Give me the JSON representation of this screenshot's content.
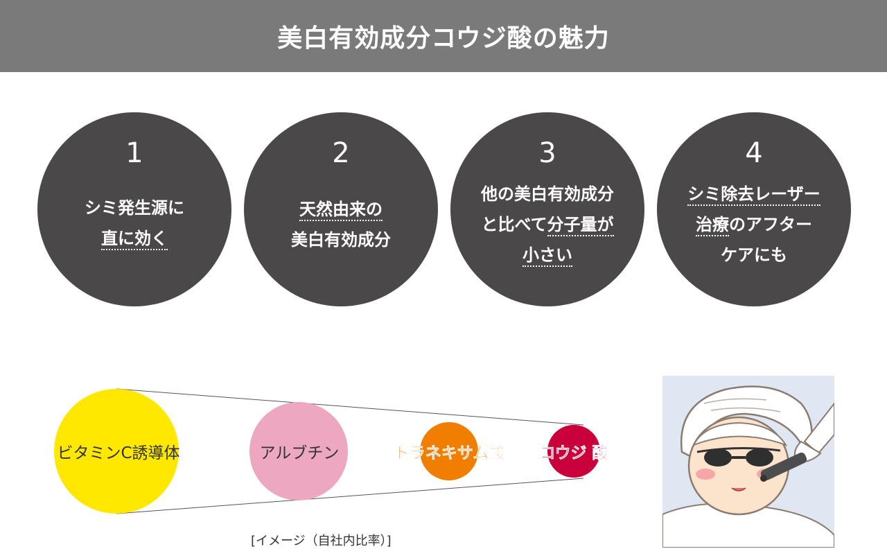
{
  "header": {
    "title": "美白有効成分コウジ酸の魅力"
  },
  "features": [
    {
      "number": "1",
      "lines": [
        "シミ発生源に",
        "直に効く"
      ]
    },
    {
      "number": "2",
      "lines": [
        "天然由来の",
        "美白有効成分"
      ]
    },
    {
      "number": "3",
      "lines": [
        "他の美白有効成分",
        "と比べて分子量が",
        "小さい"
      ]
    },
    {
      "number": "4",
      "lines": [
        "シミ除去レーザー",
        "治療のアフター",
        "ケアにも"
      ]
    }
  ],
  "comparison": {
    "items": [
      {
        "label": "ビタミンC誘導体",
        "color": "#ffe800",
        "text_color": "#333333"
      },
      {
        "label": "アルブチン",
        "color": "#eda7c1",
        "text_color": "#333333"
      },
      {
        "label": "トラネキサム酸",
        "color": "#f07e00",
        "text_color": "#f07e00"
      },
      {
        "label": "コウジ 酸",
        "color": "#c9003a",
        "text_color": "#c9003a"
      }
    ],
    "caption": "[イメージ（自社内比率）]"
  },
  "colors": {
    "header_bg": "#7a7a7a",
    "circle_bg": "#4a4848"
  },
  "illustration": {
    "icon": "woman-laser-treatment-illustration"
  }
}
